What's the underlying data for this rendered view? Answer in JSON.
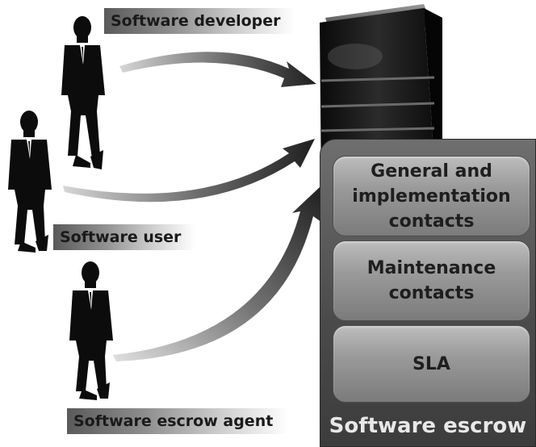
{
  "roles": {
    "developer": "Software developer",
    "user": "Software user",
    "agent": "Software escrow agent"
  },
  "escrow": {
    "title": "Software escrow",
    "panels": [
      "General and implementation contacts",
      "Maintenance contacts",
      "SLA"
    ]
  },
  "colors": {
    "silhouette": "#0c0c0c",
    "arrow_dark": "#1f1f1f",
    "arrow_light": "#d6d6d6",
    "panel_fill": "#a6a6a6",
    "escrow_box": "#4f4f4f"
  }
}
